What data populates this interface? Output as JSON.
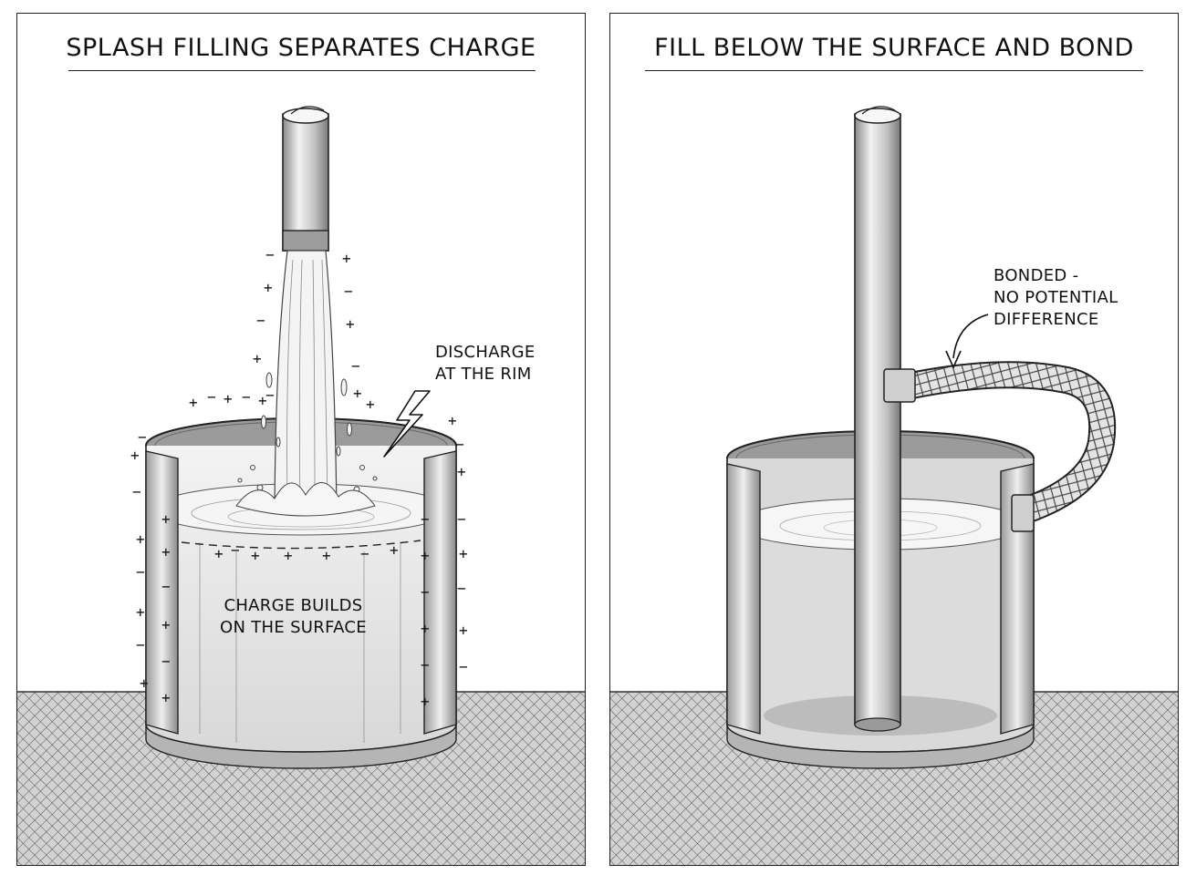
{
  "panels": {
    "left": {
      "title": "SPLASH FILLING SEPARATES CHARGE",
      "callout_discharge": [
        "DISCHARGE",
        "AT THE RIM"
      ],
      "callout_surface": [
        "CHARGE BUILDS",
        "ON THE SURFACE"
      ]
    },
    "right": {
      "title": "FILL BELOW THE SURFACE AND BOND",
      "callout_bond": [
        "BONDED -",
        "NO POTENTIAL",
        "DIFFERENCE"
      ]
    }
  },
  "colors": {
    "ink": "#111111",
    "metal_light": "#e6e6e6",
    "metal_mid": "#b9b9b9",
    "metal_dark": "#7a7a7a",
    "liquid": "#e4e4e4",
    "ground": "#cfcfcf"
  }
}
